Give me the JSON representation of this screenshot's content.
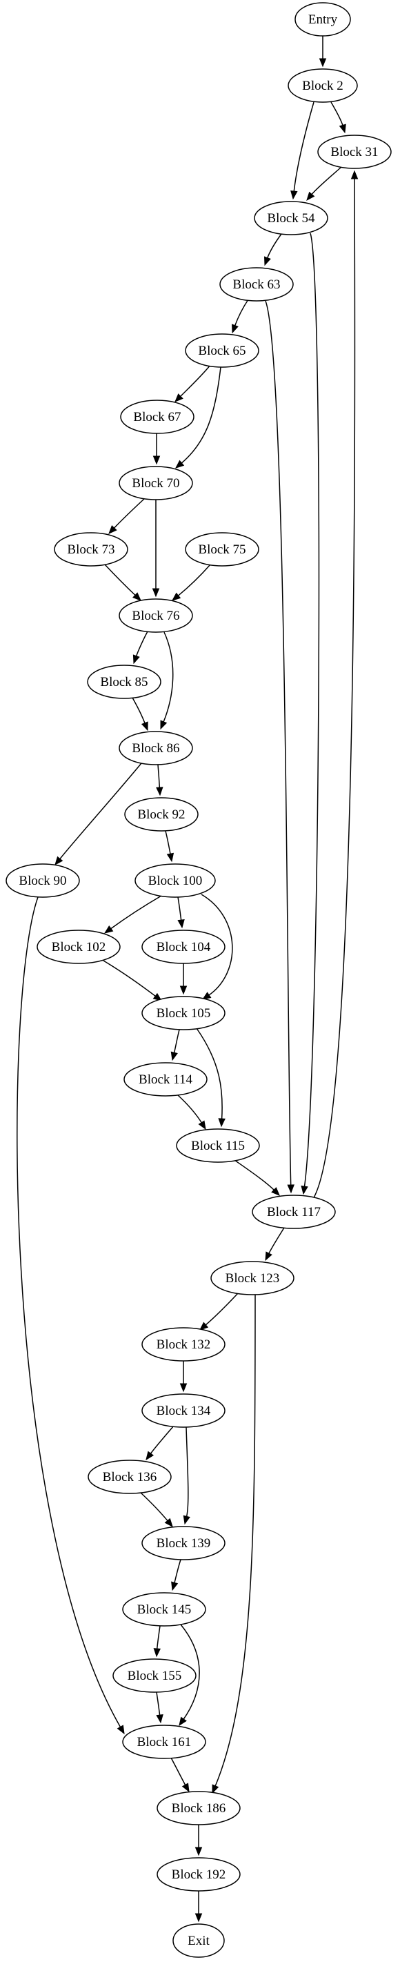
{
  "diagram": {
    "nodes": [
      {
        "id": "entry",
        "label": "Entry"
      },
      {
        "id": "b2",
        "label": "Block 2"
      },
      {
        "id": "b31",
        "label": "Block 31"
      },
      {
        "id": "b54",
        "label": "Block 54"
      },
      {
        "id": "b63",
        "label": "Block 63"
      },
      {
        "id": "b65",
        "label": "Block 65"
      },
      {
        "id": "b67",
        "label": "Block 67"
      },
      {
        "id": "b70",
        "label": "Block 70"
      },
      {
        "id": "b73",
        "label": "Block 73"
      },
      {
        "id": "b75",
        "label": "Block 75"
      },
      {
        "id": "b76",
        "label": "Block 76"
      },
      {
        "id": "b85",
        "label": "Block 85"
      },
      {
        "id": "b86",
        "label": "Block 86"
      },
      {
        "id": "b92",
        "label": "Block 92"
      },
      {
        "id": "b90",
        "label": "Block 90"
      },
      {
        "id": "b100",
        "label": "Block 100"
      },
      {
        "id": "b102",
        "label": "Block 102"
      },
      {
        "id": "b104",
        "label": "Block 104"
      },
      {
        "id": "b105",
        "label": "Block 105"
      },
      {
        "id": "b114",
        "label": "Block 114"
      },
      {
        "id": "b115",
        "label": "Block 115"
      },
      {
        "id": "b117",
        "label": "Block 117"
      },
      {
        "id": "b123",
        "label": "Block 123"
      },
      {
        "id": "b132",
        "label": "Block 132"
      },
      {
        "id": "b134",
        "label": "Block 134"
      },
      {
        "id": "b136",
        "label": "Block 136"
      },
      {
        "id": "b139",
        "label": "Block 139"
      },
      {
        "id": "b145",
        "label": "Block 145"
      },
      {
        "id": "b155",
        "label": "Block 155"
      },
      {
        "id": "b161",
        "label": "Block 161"
      },
      {
        "id": "b186",
        "label": "Block 186"
      },
      {
        "id": "b192",
        "label": "Block 192"
      },
      {
        "id": "exit",
        "label": "Exit"
      }
    ],
    "edges": [
      {
        "from": "entry",
        "to": "b2"
      },
      {
        "from": "b2",
        "to": "b31"
      },
      {
        "from": "b2",
        "to": "b54"
      },
      {
        "from": "b31",
        "to": "b54"
      },
      {
        "from": "b54",
        "to": "b63"
      },
      {
        "from": "b54",
        "to": "b117"
      },
      {
        "from": "b63",
        "to": "b65"
      },
      {
        "from": "b63",
        "to": "b117"
      },
      {
        "from": "b65",
        "to": "b67"
      },
      {
        "from": "b65",
        "to": "b70"
      },
      {
        "from": "b67",
        "to": "b70"
      },
      {
        "from": "b70",
        "to": "b73"
      },
      {
        "from": "b70",
        "to": "b76"
      },
      {
        "from": "b73",
        "to": "b76"
      },
      {
        "from": "b75",
        "to": "b76"
      },
      {
        "from": "b76",
        "to": "b85"
      },
      {
        "from": "b76",
        "to": "b86"
      },
      {
        "from": "b85",
        "to": "b86"
      },
      {
        "from": "b86",
        "to": "b92"
      },
      {
        "from": "b86",
        "to": "b90"
      },
      {
        "from": "b92",
        "to": "b100"
      },
      {
        "from": "b90",
        "to": "b161"
      },
      {
        "from": "b100",
        "to": "b102"
      },
      {
        "from": "b100",
        "to": "b104"
      },
      {
        "from": "b100",
        "to": "b105"
      },
      {
        "from": "b102",
        "to": "b105"
      },
      {
        "from": "b104",
        "to": "b105"
      },
      {
        "from": "b105",
        "to": "b114"
      },
      {
        "from": "b105",
        "to": "b115"
      },
      {
        "from": "b114",
        "to": "b115"
      },
      {
        "from": "b115",
        "to": "b117"
      },
      {
        "from": "b117",
        "to": "b31"
      },
      {
        "from": "b117",
        "to": "b123"
      },
      {
        "from": "b123",
        "to": "b132"
      },
      {
        "from": "b123",
        "to": "b186"
      },
      {
        "from": "b132",
        "to": "b134"
      },
      {
        "from": "b134",
        "to": "b136"
      },
      {
        "from": "b134",
        "to": "b139"
      },
      {
        "from": "b136",
        "to": "b139"
      },
      {
        "from": "b139",
        "to": "b145"
      },
      {
        "from": "b145",
        "to": "b155"
      },
      {
        "from": "b145",
        "to": "b161"
      },
      {
        "from": "b155",
        "to": "b161"
      },
      {
        "from": "b161",
        "to": "b186"
      },
      {
        "from": "b186",
        "to": "b192"
      },
      {
        "from": "b192",
        "to": "exit"
      }
    ]
  }
}
